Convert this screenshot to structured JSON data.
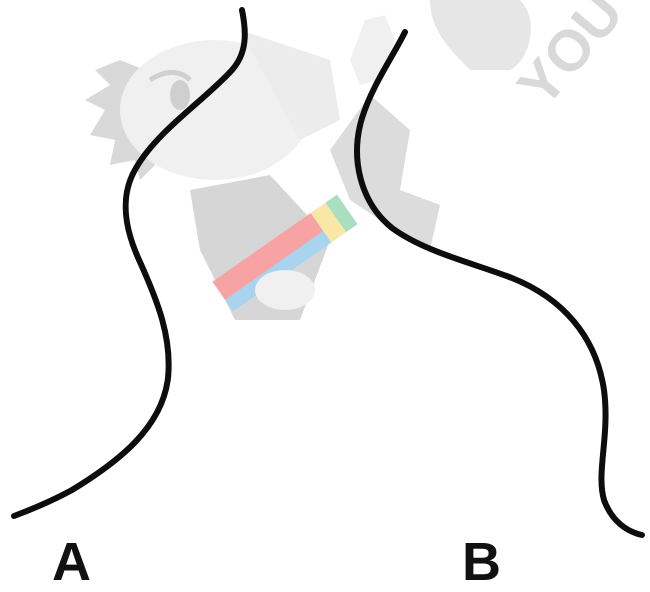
{
  "labels": {
    "curve_a": "A",
    "curve_b": "B"
  },
  "watermark": {
    "text": "YOU",
    "icon": "mascot-holding-pencil-icon"
  },
  "colors": {
    "curve_stroke": "#0d0d0d",
    "watermark_gray": "#d9d9d9",
    "watermark_light": "#f0f0f0",
    "pencil_red": "#f7a3a3",
    "pencil_yellow": "#f8e7a5",
    "pencil_green": "#a8dfc0",
    "pencil_blue": "#a8d4f0"
  }
}
